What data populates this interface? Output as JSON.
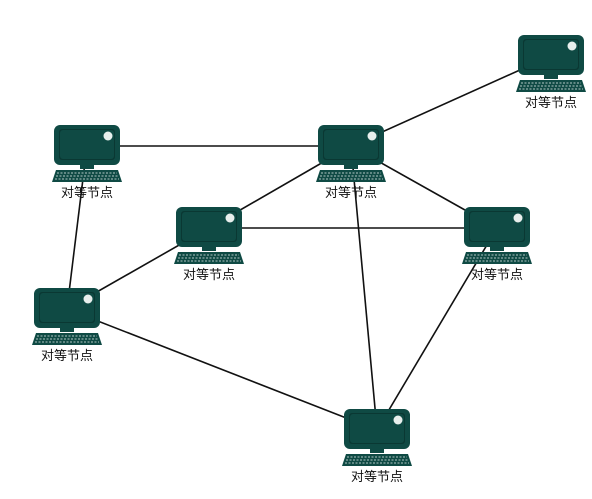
{
  "nodes": [
    {
      "id": "n1",
      "label": "对等节点"
    },
    {
      "id": "n2",
      "label": "对等节点"
    },
    {
      "id": "n3",
      "label": "对等节点"
    },
    {
      "id": "n4",
      "label": "对等节点"
    },
    {
      "id": "n5",
      "label": "对等节点"
    },
    {
      "id": "n6",
      "label": "对等节点"
    },
    {
      "id": "n7",
      "label": "对等节点"
    }
  ],
  "edges": [
    [
      "n1",
      "n2"
    ],
    [
      "n2",
      "n3"
    ],
    [
      "n2",
      "n4"
    ],
    [
      "n2",
      "n5"
    ],
    [
      "n2",
      "n7"
    ],
    [
      "n1",
      "n6"
    ],
    [
      "n4",
      "n6"
    ],
    [
      "n4",
      "n5"
    ],
    [
      "n6",
      "n7"
    ],
    [
      "n5",
      "n7"
    ]
  ],
  "colors": {
    "computer_fill": "#0f4a44",
    "screen_highlight": "#e8efed",
    "link_stroke": "#111111"
  }
}
